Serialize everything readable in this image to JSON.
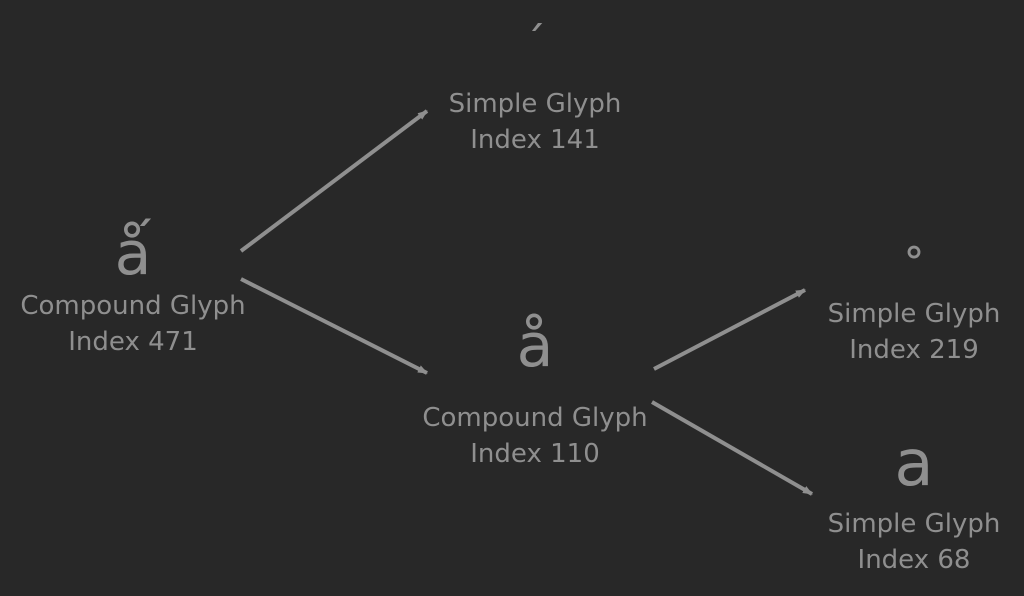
{
  "colors": {
    "background": "#282828",
    "foreground": "#8f8f8f"
  },
  "nodes": {
    "compound_471": {
      "glyph": "ǻ",
      "kind": "Compound Glyph",
      "index": "Index 471"
    },
    "simple_141": {
      "glyph": "´",
      "kind": "Simple Glyph",
      "index": "Index 141"
    },
    "compound_110": {
      "glyph": "å",
      "kind": "Compound Glyph",
      "index": "Index 110"
    },
    "simple_219": {
      "glyph": "˚",
      "kind": "Simple Glyph",
      "index": "Index 219"
    },
    "simple_68": {
      "glyph": "a",
      "kind": "Simple Glyph",
      "index": "Index 68"
    }
  },
  "edges": [
    {
      "from": "compound_471",
      "to": "simple_141"
    },
    {
      "from": "compound_471",
      "to": "compound_110"
    },
    {
      "from": "compound_110",
      "to": "simple_219"
    },
    {
      "from": "compound_110",
      "to": "simple_68"
    }
  ]
}
